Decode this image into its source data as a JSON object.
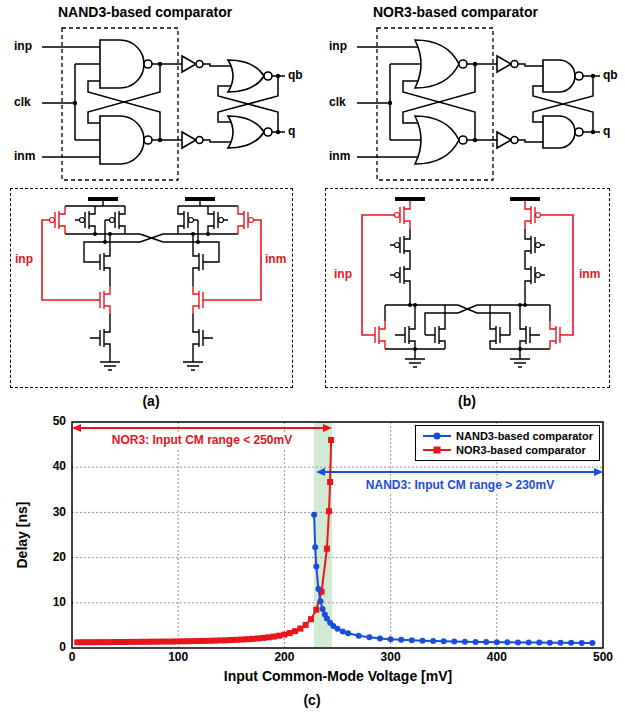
{
  "diagram": {
    "nodes": [
      {
        "text": [
          "inp",
          "inm"
        ]
      },
      {
        "text": [
          "inp",
          "inm"
        ]
      }
    ],
    "labels": [
      "NAND3-based comparator",
      "inp",
      "clk",
      "inm",
      "qb",
      "q",
      "(a)",
      "NOR3-based comparator",
      "inp",
      "clk",
      "inm",
      "qb",
      "q",
      "(b)",
      "50",
      "40",
      "30",
      "20",
      "10",
      "0",
      "0",
      "100",
      "200",
      "300",
      "400",
      "500",
      "Delay [ns]",
      "Input Common-Mode Voltage [mV]",
      "NOR3: Input CM range < 250mV",
      "NAND3: Input CM range > 230mV",
      "(c)"
    ],
    "legend": [
      {
        "text": "NAND3-based comparator"
      },
      {
        "text": "NOR3-based comparator"
      }
    ]
  }
}
